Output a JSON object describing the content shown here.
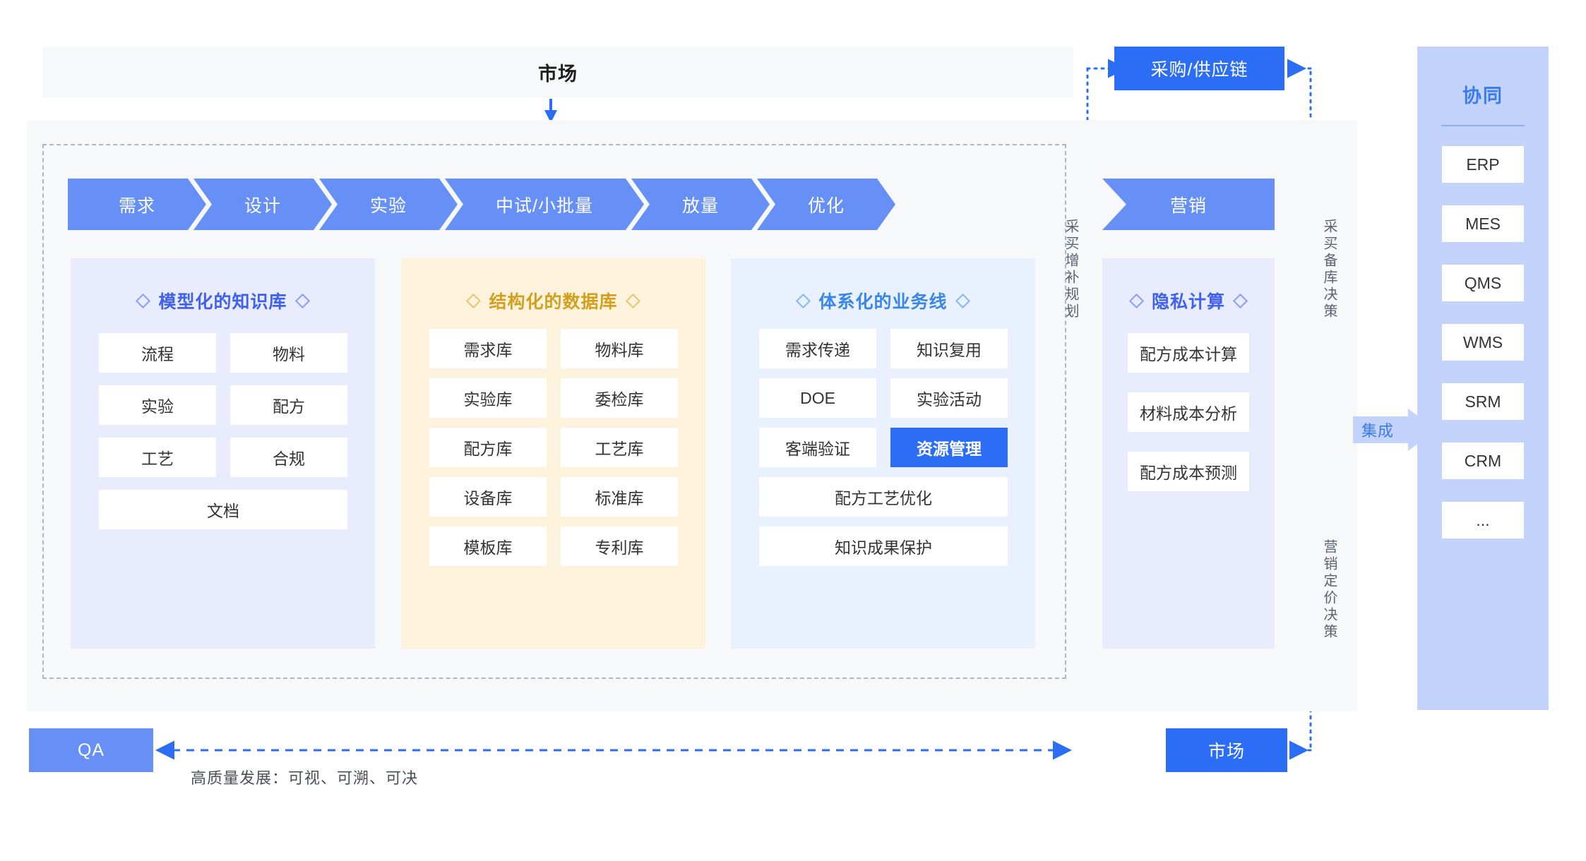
{
  "top": {
    "market_label": "市场",
    "down_arrow_icon": "arrow-down-icon"
  },
  "supply_chain": {
    "label": "采购/供应链"
  },
  "process": {
    "steps": [
      {
        "label": "需求"
      },
      {
        "label": "设计"
      },
      {
        "label": "实验"
      },
      {
        "label": "中试/小批量"
      },
      {
        "label": "放量"
      },
      {
        "label": "优化"
      }
    ],
    "marketing_label": "营销"
  },
  "panels": {
    "knowledge": {
      "title": "模型化的知识库",
      "color": "#4061f0",
      "bg": "#e8ecfd",
      "items": [
        "流程",
        "物料",
        "实验",
        "配方",
        "工艺",
        "合规"
      ],
      "wide_items": [
        "文档"
      ]
    },
    "database": {
      "title": "结构化的数据库",
      "color": "#d2a01e",
      "bg": "#fdf3dd",
      "items": [
        "需求库",
        "物料库",
        "实验库",
        "委检库",
        "配方库",
        "工艺库",
        "设备库",
        "标准库",
        "模板库",
        "专利库"
      ],
      "wide_items": []
    },
    "business": {
      "title": "体系化的业务线",
      "color": "#3a86e8",
      "bg": "#e8f1fd",
      "items": [
        "需求传递",
        "知识复用",
        "DOE",
        "实验活动",
        "客端验证",
        "资源管理"
      ],
      "highlighted": "资源管理",
      "wide_items": [
        "配方工艺优化",
        "知识成果保护"
      ]
    },
    "privacy": {
      "title": "隐私计算",
      "color": "#4061f0",
      "bg": "#e8ecfd",
      "items": [
        "配方成本计算",
        "材料成本分析",
        "配方成本预测"
      ],
      "wide_items": []
    }
  },
  "side_labels": {
    "purchase_plan": "采买增补规划",
    "stock_decision": "采买备库决策",
    "price_decision": "营销定价决策"
  },
  "bottom": {
    "qa_label": "QA",
    "market_label": "市场",
    "quality_caption": "高质量发展：可视、可溯、可决"
  },
  "collaboration": {
    "title": "协同",
    "items": [
      "ERP",
      "MES",
      "QMS",
      "WMS",
      "SRM",
      "CRM",
      "..."
    ],
    "integration_label": "集成"
  },
  "colors": {
    "chevron_blue": "#6690f5",
    "accent_blue": "#2b6df5",
    "collab_blue": "#c3d3fb",
    "panel_grey": "#f7f8fa",
    "dashed_border": "#aab6cc",
    "connector_blue": "#2b6df5"
  }
}
